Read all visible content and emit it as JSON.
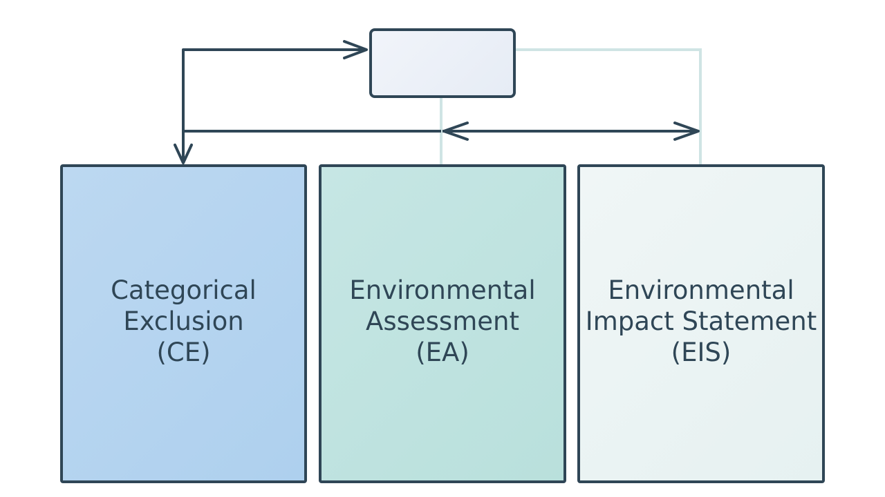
{
  "top_node": {
    "label": ""
  },
  "categories": [
    {
      "id": "ce",
      "lines": [
        "Categorical",
        "Exclusion",
        "(CE)"
      ],
      "fill": "#aed0ee"
    },
    {
      "id": "ea",
      "lines": [
        "Environmental",
        "Assessment",
        "(EA)"
      ],
      "fill": "#b9e0dc"
    },
    {
      "id": "eis",
      "lines": [
        "Environmental",
        "Impact Statement",
        "(EIS)"
      ],
      "fill": "#e6f1f1"
    }
  ],
  "colors": {
    "stroke": "#2f4656",
    "faint_connector": "#cfe4e4"
  }
}
